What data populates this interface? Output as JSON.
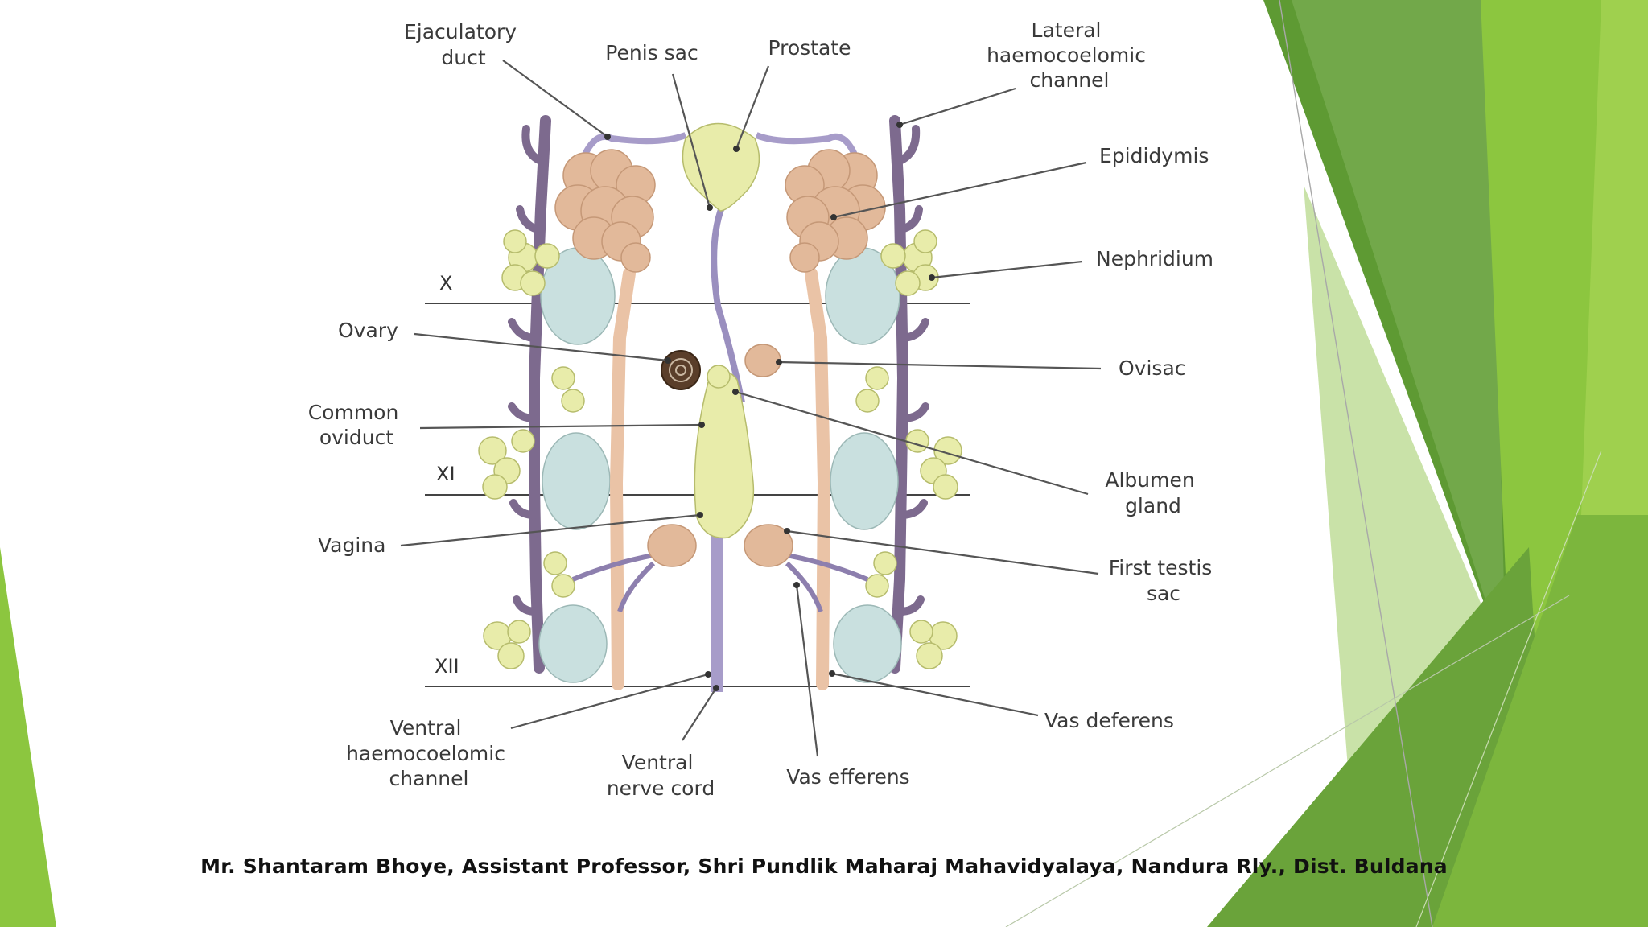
{
  "diagram": {
    "labels": {
      "ejaculatory_duct": [
        "Ejaculatory",
        "duct"
      ],
      "penis_sac": "Penis sac",
      "prostate": "Prostate",
      "lateral_channel": [
        "Lateral",
        "haemocoelomic",
        "channel"
      ],
      "epididymis": "Epididymis",
      "nephridium": "Nephridium",
      "ovary": "Ovary",
      "ovisac": "Ovisac",
      "common_oviduct": [
        "Common",
        "oviduct"
      ],
      "albumen_gland": [
        "Albumen",
        "gland"
      ],
      "vagina": "Vagina",
      "first_testis_sac": [
        "First testis",
        "sac"
      ],
      "vas_deferens": "Vas deferens",
      "ventral_channel": [
        "Ventral",
        "haemocoelomic",
        "channel"
      ],
      "ventral_nerve_cord": [
        "Ventral",
        "nerve cord"
      ],
      "vas_efferens": "Vas efferens"
    },
    "segments": [
      "X",
      "XI",
      "XII"
    ]
  },
  "footer": "Mr. Shantaram Bhoye, Assistant Professor, Shri Pundlik Maharaj Mahavidyalaya, Nandura Rly., Dist. Buldana",
  "colors": {
    "green_dark": "#4f8a2b",
    "green_mid": "#6aa33a",
    "green_light": "#8cc63f",
    "green_pale": "#c9e2a8",
    "organ_tan": "#e2b99a",
    "organ_yellow": "#e8ecaa",
    "organ_blue": "#c9e0df",
    "vessel_purple": "#7d6a8e",
    "duct_lilac": "#a79cc9",
    "duct_tan": "#eac3a6"
  }
}
